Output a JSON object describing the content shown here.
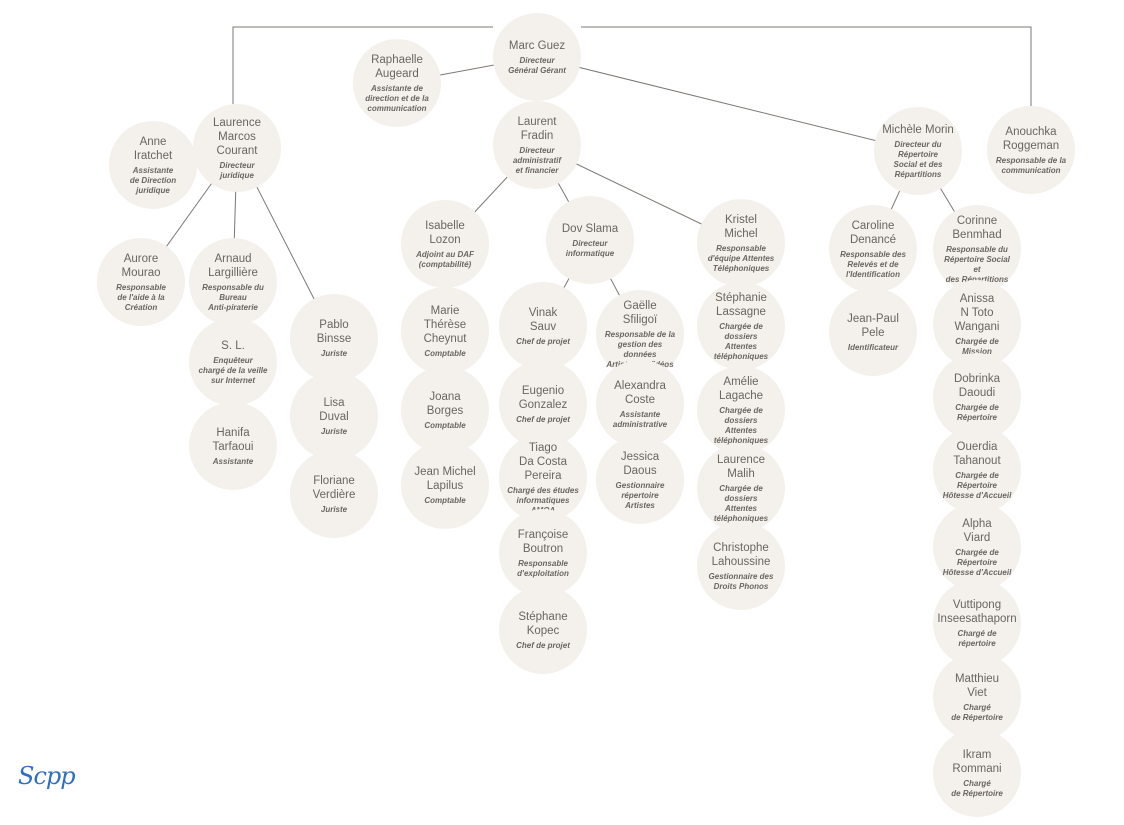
{
  "colors": {
    "circle": "#f4f0ec",
    "line": "#7d7872",
    "text": "#6b6560",
    "logo": "#2f6fc0"
  },
  "logo_text": "Scpp",
  "people": [
    {
      "id": "marc",
      "name": "Marc Guez",
      "role": "Directeur\nGénéral Gérant"
    },
    {
      "id": "raphaelle",
      "name": "Raphaelle\nAugeard",
      "role": "Assistante de\ndirection et de la\ncommunication"
    },
    {
      "id": "laurence_mc",
      "name": "Laurence\nMarcos Courant",
      "role": "Directeur\njuridique"
    },
    {
      "id": "anne",
      "name": "Anne\nIratchet",
      "role": "Assistante\nde Direction\njuridique"
    },
    {
      "id": "aurore",
      "name": "Aurore\nMourao",
      "role": "Responsable\nde l'aide à la\nCréation"
    },
    {
      "id": "arnaud",
      "name": "Arnaud\nLargillière",
      "role": "Responsable du\nBureau\nAnti-piraterie"
    },
    {
      "id": "sl",
      "name": "S. L.",
      "role": "Enquêteur\nchargé de la veille\nsur Internet"
    },
    {
      "id": "hanifa",
      "name": "Hanifa\nTarfaoui",
      "role": "Assistante"
    },
    {
      "id": "pablo",
      "name": "Pablo\nBinsse",
      "role": "Juriste"
    },
    {
      "id": "lisa",
      "name": "Lisa\nDuval",
      "role": "Juriste"
    },
    {
      "id": "floriane",
      "name": "Floriane\nVerdière",
      "role": "Juriste"
    },
    {
      "id": "laurent",
      "name": "Laurent\nFradin",
      "role": "Directeur\nadministratif\net financier"
    },
    {
      "id": "isabelle",
      "name": "Isabelle Lozon",
      "role": "Adjoint au DAF\n(comptabilité)"
    },
    {
      "id": "marie",
      "name": "Marie Thérèse\nCheynut",
      "role": "Comptable"
    },
    {
      "id": "joana",
      "name": "Joana\nBorges",
      "role": "Comptable"
    },
    {
      "id": "jeanmichel",
      "name": "Jean Michel\nLapilus",
      "role": "Comptable"
    },
    {
      "id": "dov",
      "name": "Dov Slama",
      "role": "Directeur\ninformatique"
    },
    {
      "id": "vinak",
      "name": "Vinak\nSauv",
      "role": "Chef de projet"
    },
    {
      "id": "eugenio",
      "name": "Eugenio\nGonzalez",
      "role": "Chef de projet"
    },
    {
      "id": "tiago",
      "name": "Tiago\nDa Costa Pereira",
      "role": "Chargé des études\ninformatiques\nAMOA"
    },
    {
      "id": "francoise",
      "name": "Françoise\nBoutron",
      "role": "Responsable\nd'exploitation"
    },
    {
      "id": "stephane_k",
      "name": "Stéphane\nKopec",
      "role": "Chef de projet"
    },
    {
      "id": "gaelle",
      "name": "Gaëlle\nSfiligoï",
      "role": "Responsable de la\ngestion des données\nArtistes et Vidéos"
    },
    {
      "id": "alexandra",
      "name": "Alexandra\nCoste",
      "role": "Assistante\nadministrative"
    },
    {
      "id": "jessica",
      "name": "Jessica\nDaous",
      "role": "Gestionnaire\nrépertoire\nArtistes"
    },
    {
      "id": "kristel",
      "name": "Kristel\nMichel",
      "role": "Responsable\nd'équipe Attentes\nTéléphoniques"
    },
    {
      "id": "stephanie",
      "name": "Stéphanie\nLassagne",
      "role": "Chargée de dossiers\nAttentes\ntéléphoniques"
    },
    {
      "id": "amelie",
      "name": "Amélie\nLagache",
      "role": "Chargée de dossiers\nAttentes\ntéléphoniques"
    },
    {
      "id": "laurence_m",
      "name": "Laurence\nMalih",
      "role": "Chargée de dossiers\nAttentes\ntéléphoniques"
    },
    {
      "id": "christophe",
      "name": "Christophe\nLahoussine",
      "role": "Gestionnaire des\nDroits Phonos"
    },
    {
      "id": "michele",
      "name": "Michèle Morin",
      "role": "Directeur du\nRépertoire\nSocial et des\nRépartitions"
    },
    {
      "id": "caroline",
      "name": "Caroline\nDenancé",
      "role": "Responsable des\nRelevés et de\nl'Identification"
    },
    {
      "id": "jeanpaul",
      "name": "Jean-Paul\nPele",
      "role": "Identificateur"
    },
    {
      "id": "corinne",
      "name": "Corinne\nBenmhad",
      "role": "Responsable du\nRépertoire Social et\ndes Répartitions"
    },
    {
      "id": "anissa",
      "name": "Anissa\nN Toto Wangani",
      "role": "Chargée de\nMission"
    },
    {
      "id": "dobrinka",
      "name": "Dobrinka\nDaoudi",
      "role": "Chargée de\nRépertoire"
    },
    {
      "id": "ouerdia",
      "name": "Ouerdia\nTahanout",
      "role": "Chargée de Répertoire\nHôtesse d'Accueil"
    },
    {
      "id": "alpha",
      "name": "Alpha\nViard",
      "role": "Chargée de Répertoire\nHôtesse d'Accueil"
    },
    {
      "id": "vuttipong",
      "name": "Vuttipong\nInseesathaporn",
      "role": "Chargé de\nrépertoire"
    },
    {
      "id": "matthieu",
      "name": "Matthieu\nViet",
      "role": "Chargé\nde Répertoire"
    },
    {
      "id": "ikram",
      "name": "Ikram\nRommani",
      "role": "Chargé\nde Répertoire"
    },
    {
      "id": "anouchka",
      "name": "Anouchka\nRoggeman",
      "role": "Responsable de la\ncommunication"
    }
  ]
}
